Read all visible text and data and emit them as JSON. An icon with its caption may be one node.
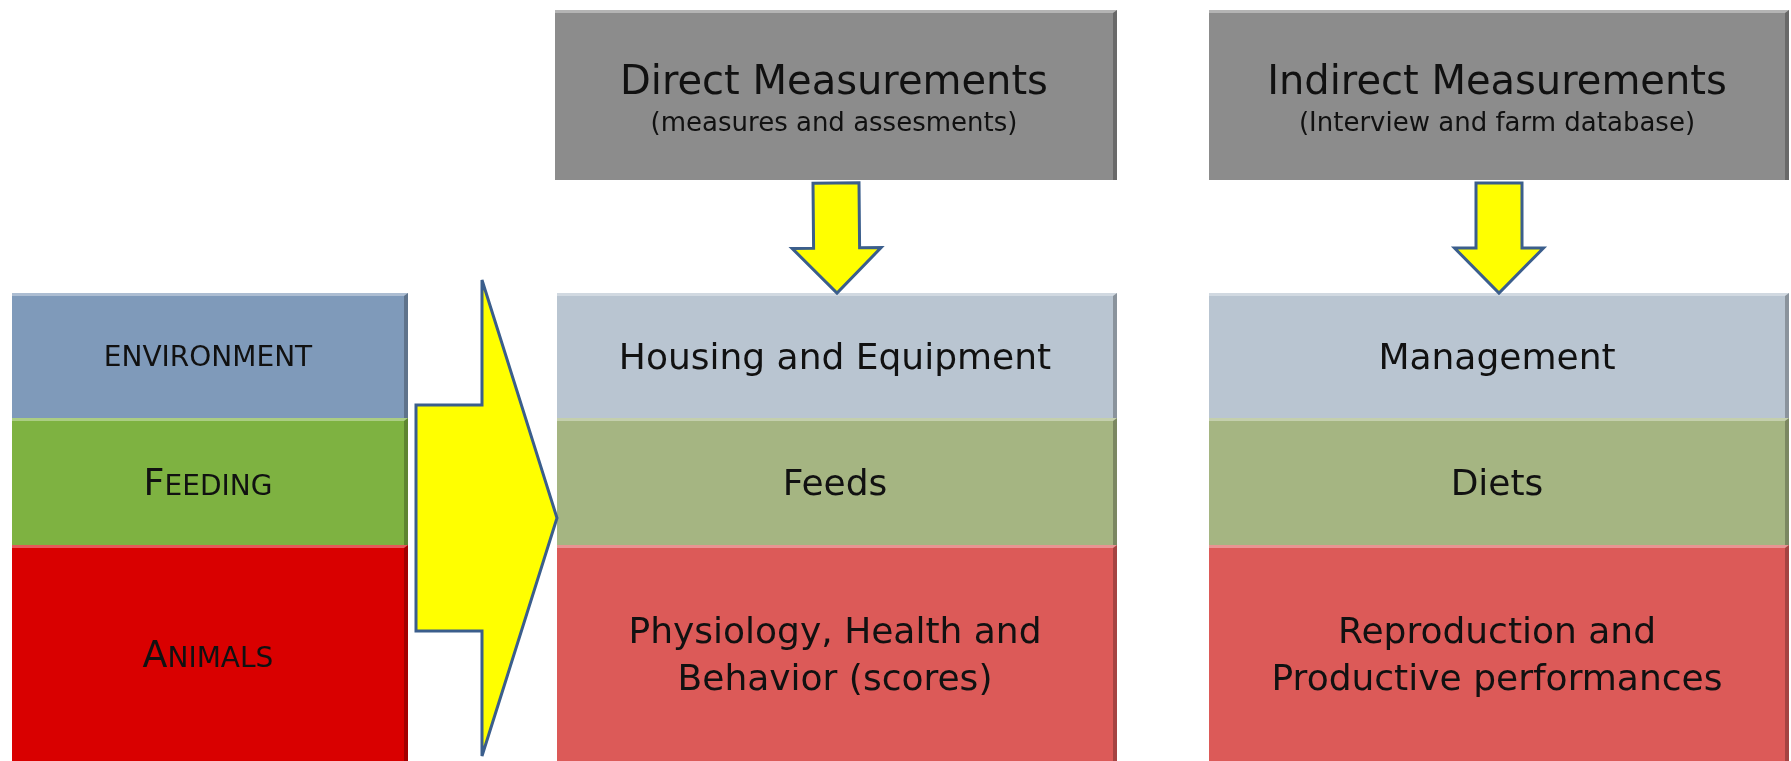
{
  "diagram": {
    "nodes": [
      {
        "text": [
          "Direct Measurements",
          "(measures and assesments)"
        ]
      },
      {
        "text": [
          "Indirect Measurements",
          "(Interview and farm database)"
        ]
      },
      {
        "text": [
          "ENVIRONMENT"
        ]
      },
      {
        "text": [
          "FEEDING"
        ]
      },
      {
        "text": [
          "ANIMALS"
        ]
      },
      {
        "text": [
          "Housing and Equipment"
        ]
      },
      {
        "text": [
          "Feeds"
        ]
      },
      {
        "text": [
          "Physiology, Health and Behavior (scores)"
        ]
      },
      {
        "text": [
          "Management"
        ]
      },
      {
        "text": [
          "Diets"
        ]
      },
      {
        "text": [
          "Reproduction and Productive performances"
        ]
      }
    ],
    "edges": [
      {
        "from": 0,
        "to": 5,
        "arrow": "to"
      },
      {
        "from": 1,
        "to": 8,
        "arrow": "to"
      },
      {
        "from": 3,
        "to": 6,
        "arrow": "to"
      }
    ]
  }
}
